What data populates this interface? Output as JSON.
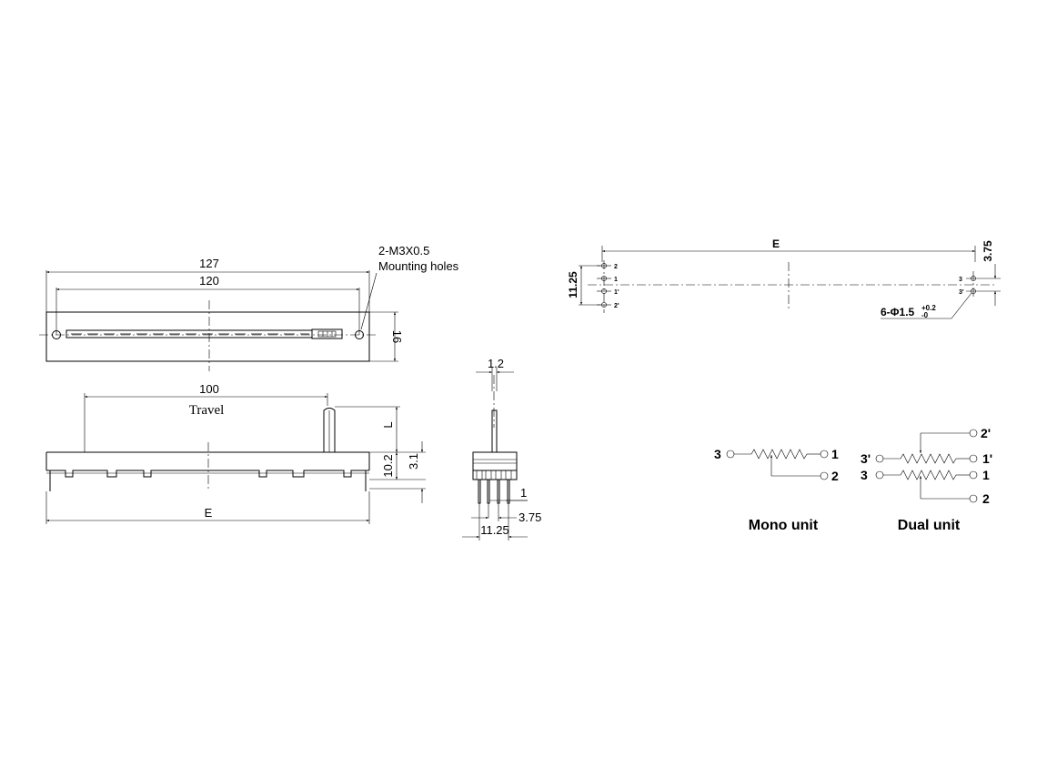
{
  "top_view": {
    "mount_label_1": "2-M3X0.5",
    "mount_label_2": "Mounting holes",
    "dim_overall": "127",
    "dim_holes": "120",
    "dim_width": "16"
  },
  "side_view": {
    "dim_travel": "100",
    "travel_label": "Travel",
    "dim_lever": "L",
    "dim_body": "10.2",
    "dim_base": "3.1",
    "dim_length": "E"
  },
  "end_view": {
    "dim_lever_width": "1.2",
    "dim_pin_gap": "1",
    "dim_pin_pitch": "3.75",
    "dim_pin_span": "11.25"
  },
  "pcb_layout": {
    "dim_length": "E",
    "dim_span": "11.25",
    "dim_pitch": "3.75",
    "pin_2": "2",
    "pin_1": "1",
    "pin_1p": "1'",
    "pin_2p": "2'",
    "pin_3": "3",
    "pin_3p": "3'",
    "hole_prefix": "6-Φ1.5",
    "hole_tol_plus": "+0.2",
    "hole_tol_minus": "-0"
  },
  "schematics": {
    "mono": {
      "title": "Mono unit",
      "pin_3": "3",
      "pin_1": "1",
      "pin_2": "2"
    },
    "dual": {
      "title": "Dual unit",
      "pin_2p": "2'",
      "pin_3p": "3'",
      "pin_1p": "1'",
      "pin_3": "3",
      "pin_1": "1",
      "pin_2": "2"
    }
  }
}
